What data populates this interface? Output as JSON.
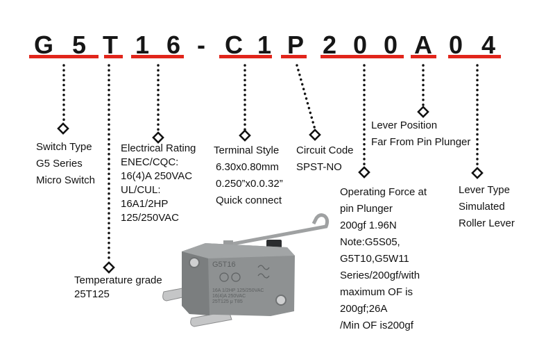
{
  "code_characters": [
    "G",
    "5",
    "T",
    "1",
    "6",
    "-",
    "C",
    "1",
    "P",
    "2",
    "0",
    "0",
    "A",
    "0",
    "4"
  ],
  "labels": {
    "switch_type": [
      "Switch Type",
      "G5 Series",
      "Micro Switch"
    ],
    "electrical_rating": [
      "Electrical Rating",
      "ENEC/CQC:",
      "16(4)A 250VAC",
      "UL/CUL:",
      "16A1/2HP",
      "125/250VAC"
    ],
    "terminal_style": [
      "Terminal Style",
      "6.30x0.80mm",
      "0.250”x0.0.32”",
      "Quick connect"
    ],
    "circuit_code": [
      "Circuit Code",
      "SPST-NO"
    ],
    "lever_position": [
      "Lever Position",
      "Far From Pin Plunger"
    ],
    "operating_force": [
      "Operating Force at",
      "pin Plunger",
      "200gf 1.96N",
      "Note:G5S05,",
      "G5T10,G5W11",
      "Series/200gf/with",
      "maximum OF is",
      "200gf;26A",
      "/Min OF is200gf"
    ],
    "lever_type": [
      "Lever Type",
      "Simulated",
      "Roller Lever"
    ],
    "temperature_grade": [
      "Temperature grade",
      "25T125"
    ]
  },
  "switch_image": {
    "marking_model": "G5T16",
    "marking_lines": [
      "16A 1/2HP 125/250VAC",
      "16(4)A 250VAC",
      "25T125 μ T85"
    ],
    "colors": {
      "body": "#8e9192",
      "accent_red": "#e1251b",
      "metal": "#b9babb"
    }
  }
}
